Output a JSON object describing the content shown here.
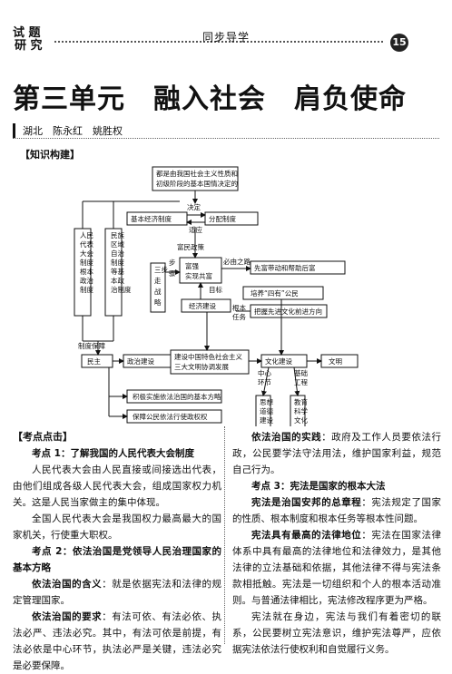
{
  "header": {
    "column_line1": "试 题",
    "column_line2": "研 究",
    "series": "同步导学",
    "page_number": "15"
  },
  "title": "第三单元　融入社会　肩负使命",
  "authors": "湖北　陈永红　姚胜权",
  "knowledge_tag": "【知识构建】",
  "diagram": {
    "top": "都是由我国社会主义性质和初级阶段的基本国情决定的",
    "econ": "基本经济制度",
    "decide": "决定",
    "dist": "分配制度",
    "adapt": "适应",
    "npc": "人民代表大会制度根本政治制度",
    "regional": "民族区域自治制度等基本政治制度",
    "three": "“三步走”战略",
    "fumin": "富民政策",
    "steps": "步骤",
    "rich": "富强实现共富",
    "must": "必由之路",
    "lead": "先富带动和帮助后富",
    "goal": "目标",
    "econbuild": "经济建设",
    "foursocial": "培养“四有”公民",
    "fundamental": "根本任务",
    "direction": "把握先进文化前进方向",
    "sysguard": "制度保障",
    "democracy": "民主",
    "polbuild": "政治建设",
    "core": "建设中国特色社会主义三大文明协调发展",
    "culbuild": "文化建设",
    "civilization": "文明",
    "basicproj": "基础工程",
    "centerlink": "中心环节",
    "ethics": "思想道德建设",
    "education": "教育科学文化建设",
    "rule": "积极实施依法治国的基本方略",
    "rights": "保障公民依法行使政权权"
  },
  "left_column": {
    "tag": "【考点点击】",
    "p1": [
      {
        "text": "考点 1：了解我国的人民代表大会制度",
        "style": "h"
      }
    ],
    "p2": [
      {
        "text": "人民代表大会由人民直接或间接选出代表，由他们组成各级人民代表大会，组成国家权力机关。这是人民当家做主的集中体现。",
        "style": ""
      }
    ],
    "p3": [
      {
        "text": "全国人民代表大会是我国权力最高最大的国家机关，行使重大职权。",
        "style": ""
      }
    ],
    "p4": [
      {
        "text": "考点 2：依法治国是党领导人民治理国家的基本方略",
        "style": "h"
      }
    ],
    "p5": [
      {
        "text": "依法治国的含义",
        "style": "k"
      },
      {
        "text": "：就是依据宪法和法律的规定管理国家。",
        "style": ""
      }
    ],
    "p6": [
      {
        "text": "依法治国的要求",
        "style": "k"
      },
      {
        "text": "：有法可依、有法必依、执法必严、违法必究。其中，有法可依是前提，有法必依是中心环节，执法必严是关键，违法必究是必要保障。",
        "style": ""
      }
    ]
  },
  "right_column": {
    "p1": [
      {
        "text": "依法治国的实践",
        "style": "k"
      },
      {
        "text": "：政府及工作人员要依法行政，公民要学法守法用法，维护国家利益，规范自己行为。",
        "style": ""
      }
    ],
    "p2": [
      {
        "text": "考点 3：宪法是国家的根本大法",
        "style": "h"
      }
    ],
    "p3": [
      {
        "text": "宪法是治国安邦的总章程",
        "style": "k"
      },
      {
        "text": "：宪法规定了国家的性质、根本制度和根本任务等根本性问题。",
        "style": ""
      }
    ],
    "p4": [
      {
        "text": "宪法具有最高的法律地位",
        "style": "k"
      },
      {
        "text": "：宪法在国家法律体系中具有最高的法律地位和法律效力，是其他法律的立法基础和依据，其他法律不得与宪法条款相抵触。宪法是一切组织和个人的根本活动准则。与普通法律相比，宪法修改程序更为严格。",
        "style": ""
      }
    ],
    "p5": [
      {
        "text": "宪法就在身边，宪法与我们有着密切的联系，公民要树立宪法意识，维护宪法尊严，应依据宪法依法行使权利和自觉履行义务。",
        "style": ""
      }
    ]
  }
}
